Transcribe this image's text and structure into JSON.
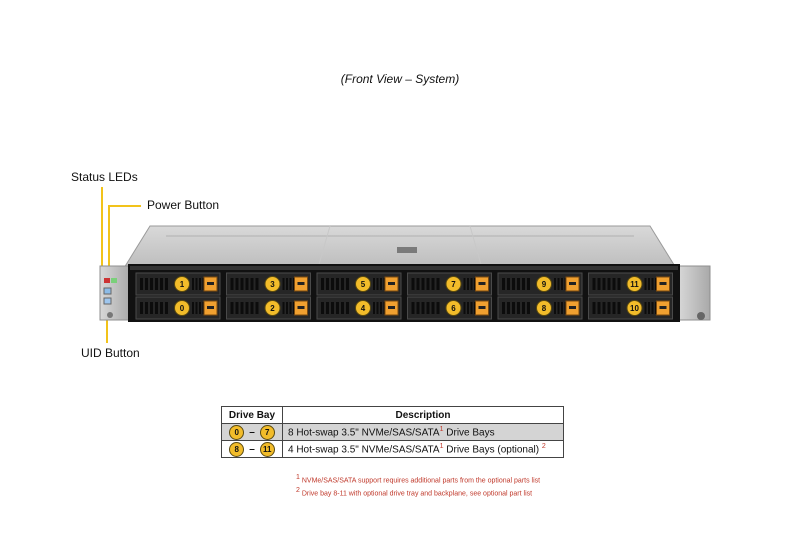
{
  "caption": "(Front View – System)",
  "callouts": {
    "status_leds": "Status LEDs",
    "power_button": "Power Button",
    "uid_button": "UID Button"
  },
  "drive_bays_top": [
    "1",
    "3",
    "5",
    "7",
    "9",
    "11"
  ],
  "drive_bays_bottom": [
    "0",
    "2",
    "4",
    "6",
    "8",
    "10"
  ],
  "table": {
    "headers": [
      "Drive Bay",
      "Description"
    ],
    "rows": [
      {
        "from": "0",
        "to": "7",
        "text": "8 Hot-swap 3.5\" NVMe/SAS/SATA",
        "note_ref": "1",
        "text_after": " Drive Bays",
        "extra_ref": ""
      },
      {
        "from": "8",
        "to": "11",
        "text": "4 Hot-swap 3.5\" NVMe/SAS/SATA",
        "note_ref": "1",
        "text_after": " Drive Bays (optional) ",
        "extra_ref": "2"
      }
    ],
    "dash": "–"
  },
  "footnotes": [
    {
      "mark": "1",
      "text": " NVMe/SAS/SATA support requires additional parts from the optional parts list"
    },
    {
      "mark": "2",
      "text": " Drive bay 8-11 with optional drive tray and backplane, see optional part list"
    }
  ],
  "colors": {
    "callout_line": "#f2c31a",
    "tray_handle": "#f0a030",
    "bay_number": "#f2bc2a",
    "footnote": "#c0392b"
  }
}
